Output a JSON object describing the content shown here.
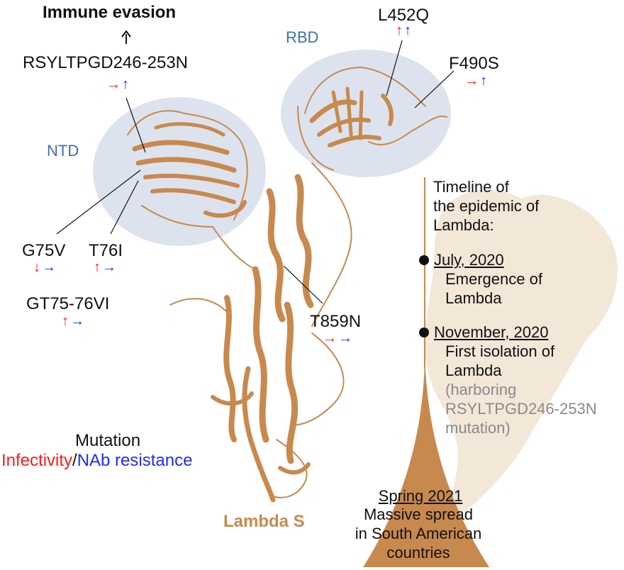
{
  "header": {
    "title": "Immune evasion",
    "up_arrow": "↑"
  },
  "domains": {
    "rbd": "RBD",
    "ntd": "NTD"
  },
  "mutations": {
    "rsyltpgd": {
      "label": "RSYLTPGD246-253N",
      "infectivity": "→",
      "nab": "↑"
    },
    "l452q": {
      "label": "L452Q",
      "infectivity": "↑",
      "nab": "↑"
    },
    "f490s": {
      "label": "F490S",
      "infectivity": "→",
      "nab": "↑"
    },
    "g75v": {
      "label": "G75V",
      "infectivity": "↓",
      "nab": "→"
    },
    "t76i": {
      "label": "T76I",
      "infectivity": "↑",
      "nab": "→"
    },
    "gt7576vi": {
      "label": "GT75-76VI",
      "infectivity": "↑",
      "nab": "→"
    },
    "t859n": {
      "label": "T859N",
      "infectivity": "→",
      "nab": "→"
    }
  },
  "legend": {
    "title": "Mutation",
    "infectivity": "Infectivity",
    "slash": "/",
    "nab": "NAb resistance"
  },
  "protein_label": "Lambda S",
  "timeline": {
    "title_lines": [
      "Timeline of",
      "the epidemic of",
      "Lambda:"
    ],
    "events": [
      {
        "date": "July, 2020",
        "lines": [
          "Emergence of",
          "Lambda"
        ]
      },
      {
        "date": "November, 2020",
        "lines": [
          "First isolation of",
          "Lambda"
        ],
        "note_lines": [
          "(harboring",
          "RSYLTPGD246-253N",
          "mutation)"
        ]
      }
    ],
    "spring": {
      "date": "Spring 2021",
      "lines": [
        "Massive spread",
        "in South American",
        "countries"
      ]
    }
  },
  "colors": {
    "red": "#ff1a1a",
    "blue": "#1f2bff",
    "domain_blue": "#3b6fb6",
    "protein": "#c8894e",
    "domain_fill": "#dde3ee",
    "map": "#f3e7d8"
  }
}
